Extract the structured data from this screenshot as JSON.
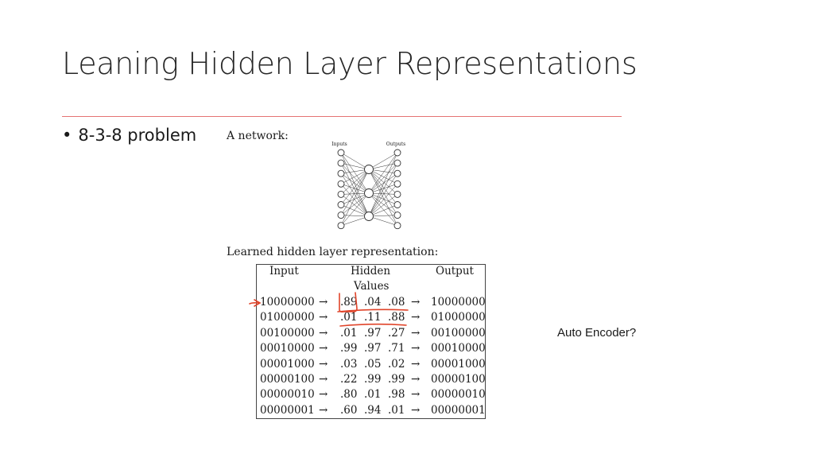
{
  "slide": {
    "title": "Leaning Hidden Layer Representations",
    "bullet": "8-3-8 problem",
    "side_note": "Auto Encoder?"
  },
  "figure": {
    "network_label": "A network:",
    "inputs_label": "Inputs",
    "outputs_label": "Outputs",
    "learned_label": "Learned hidden layer representation:",
    "network": {
      "inputs": 8,
      "hidden": 3,
      "outputs": 8
    }
  },
  "table": {
    "header_input": "Input",
    "header_hidden": "Hidden",
    "header_hidden_sub": "Values",
    "header_output": "Output",
    "arrow": "→",
    "rows": [
      {
        "input": "10000000",
        "h1": ".89",
        "h2": ".04",
        "h3": ".08",
        "output": "10000000"
      },
      {
        "input": "01000000",
        "h1": ".01",
        "h2": ".11",
        "h3": ".88",
        "output": "01000000"
      },
      {
        "input": "00100000",
        "h1": ".01",
        "h2": ".97",
        "h3": ".27",
        "output": "00100000"
      },
      {
        "input": "00010000",
        "h1": ".99",
        "h2": ".97",
        "h3": ".71",
        "output": "00010000"
      },
      {
        "input": "00001000",
        "h1": ".03",
        "h2": ".05",
        "h3": ".02",
        "output": "00001000"
      },
      {
        "input": "00000100",
        "h1": ".22",
        "h2": ".99",
        "h3": ".99",
        "output": "00000100"
      },
      {
        "input": "00000010",
        "h1": ".80",
        "h2": ".01",
        "h3": ".98",
        "output": "00000010"
      },
      {
        "input": "00000001",
        "h1": ".60",
        "h2": ".94",
        "h3": ".01",
        "output": "00000001"
      }
    ]
  },
  "annotation": {
    "color": "#e0442a"
  },
  "colors": {
    "divider": "#e57373",
    "text": "#1a1a1a"
  }
}
